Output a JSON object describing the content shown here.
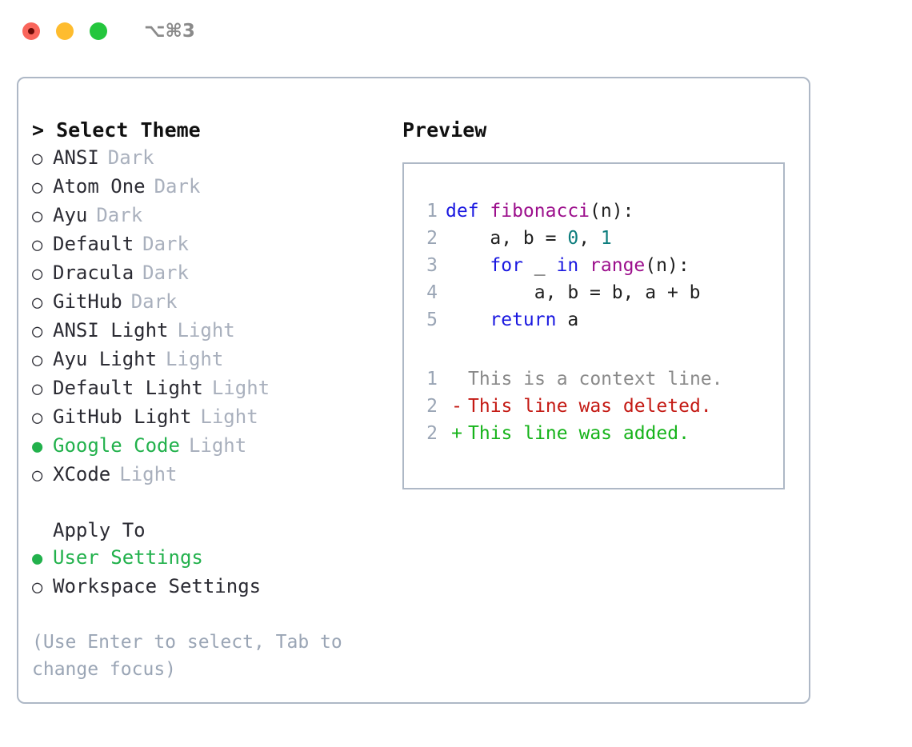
{
  "titlebar": {
    "shortcut": "⌥⌘3",
    "controls": [
      {
        "name": "close",
        "color": "#f9655b"
      },
      {
        "name": "minimize",
        "color": "#febc2e"
      },
      {
        "name": "maximize",
        "color": "#24c63d"
      }
    ]
  },
  "theme_picker": {
    "title": "> Select Theme",
    "marker_selected": "●",
    "marker_unselected": "○",
    "options": [
      {
        "label": "ANSI",
        "tag": "Dark",
        "selected": false
      },
      {
        "label": "Atom One",
        "tag": "Dark",
        "selected": false
      },
      {
        "label": "Ayu",
        "tag": "Dark",
        "selected": false
      },
      {
        "label": "Default",
        "tag": "Dark",
        "selected": false
      },
      {
        "label": "Dracula",
        "tag": "Dark",
        "selected": false
      },
      {
        "label": "GitHub",
        "tag": "Dark",
        "selected": false
      },
      {
        "label": "ANSI Light",
        "tag": "Light",
        "selected": false
      },
      {
        "label": "Ayu Light",
        "tag": "Light",
        "selected": false
      },
      {
        "label": "Default Light",
        "tag": "Light",
        "selected": false
      },
      {
        "label": "GitHub Light",
        "tag": "Light",
        "selected": false
      },
      {
        "label": "Google Code",
        "tag": "Light",
        "selected": true
      },
      {
        "label": "XCode",
        "tag": "Light",
        "selected": false
      }
    ]
  },
  "apply_to": {
    "title": "Apply To",
    "options": [
      {
        "label": "User Settings",
        "selected": true
      },
      {
        "label": "Workspace Settings",
        "selected": false
      }
    ]
  },
  "hint": "(Use Enter to select, Tab to change focus)",
  "preview": {
    "title": "Preview",
    "code_lines": [
      {
        "no": "1",
        "tokens": [
          {
            "t": "def ",
            "c": "kw"
          },
          {
            "t": "fibonacci",
            "c": "fn"
          },
          {
            "t": "(n):",
            "c": "txt"
          }
        ]
      },
      {
        "no": "2",
        "tokens": [
          {
            "t": "    a, b = ",
            "c": "txt"
          },
          {
            "t": "0",
            "c": "num"
          },
          {
            "t": ", ",
            "c": "txt"
          },
          {
            "t": "1",
            "c": "num"
          }
        ]
      },
      {
        "no": "3",
        "tokens": [
          {
            "t": "    ",
            "c": "txt"
          },
          {
            "t": "for",
            "c": "kw"
          },
          {
            "t": " _ ",
            "c": "txt"
          },
          {
            "t": "in",
            "c": "kw"
          },
          {
            "t": " ",
            "c": "txt"
          },
          {
            "t": "range",
            "c": "fn"
          },
          {
            "t": "(n):",
            "c": "txt"
          }
        ]
      },
      {
        "no": "4",
        "tokens": [
          {
            "t": "        a, b = b, a + b",
            "c": "txt"
          }
        ]
      },
      {
        "no": "5",
        "tokens": [
          {
            "t": "    ",
            "c": "txt"
          },
          {
            "t": "return",
            "c": "kw"
          },
          {
            "t": " a",
            "c": "txt"
          }
        ]
      }
    ],
    "diff_lines": [
      {
        "no": "1",
        "sign": " ",
        "text": "This is a context line.",
        "kind": "ctx"
      },
      {
        "no": "2",
        "sign": "-",
        "text": "This line was deleted.",
        "kind": "del"
      },
      {
        "no": "2",
        "sign": "+",
        "text": "This line was added.",
        "kind": "add"
      }
    ]
  },
  "colors": {
    "accent_green": "#22b14c",
    "border": "#aeb8c6",
    "muted": "#a9b0bd",
    "hint": "#9aa5b5",
    "keyword": "#1a18e0",
    "function": "#9c0f8c",
    "number": "#0d7d7d",
    "diff_context": "#8a8a8a",
    "diff_deleted": "#c41a14",
    "diff_added": "#16b31a"
  }
}
